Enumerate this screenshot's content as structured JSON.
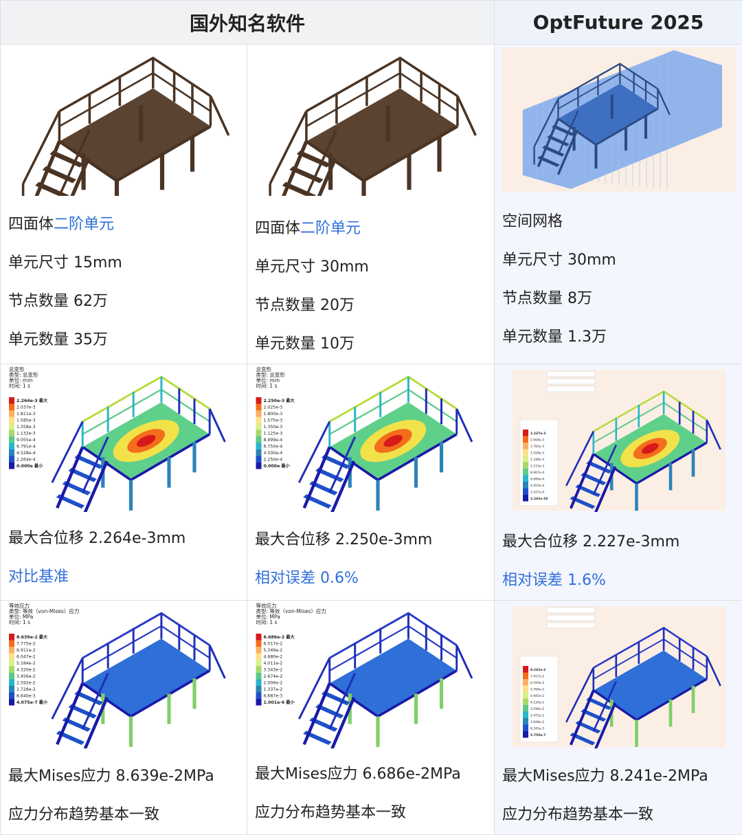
{
  "header": {
    "col1": "国外知名软件",
    "col2": "OptFuture 2025"
  },
  "mesh": {
    "a": {
      "type_prefix": "四面体",
      "type_highlight": "二阶单元",
      "size": "单元尺寸  15mm",
      "nodes": "节点数量  62万",
      "elements": "单元数量  35万"
    },
    "b": {
      "type_prefix": "四面体",
      "type_highlight": "二阶单元",
      "size": "单元尺寸  30mm",
      "nodes": "节点数量  20万",
      "elements": "单元数量  10万"
    },
    "c": {
      "type": "空间网格",
      "size": "单元尺寸  30mm",
      "nodes": "节点数量  8万",
      "elements": "单元数量  1.3万"
    }
  },
  "displacement": {
    "a": {
      "max": "最大合位移 2.264e-3mm",
      "note": "对比基准",
      "legend": {
        "title": "总变形",
        "type": "类型: 总变形",
        "unit": "单位: mm",
        "time": "时间: 1 s",
        "values": [
          "2.264e-3 最大",
          "2.037e-3",
          "1.811e-3",
          "1.585e-3",
          "1.358e-3",
          "1.132e-3",
          "9.055e-4",
          "6.791e-4",
          "4.528e-4",
          "2.264e-4",
          "0.000e 最小"
        ]
      }
    },
    "b": {
      "max": "最大合位移 2.250e-3mm",
      "note": "相对误差 0.6%",
      "legend": {
        "title": "总变形",
        "type": "类型: 总变形",
        "unit": "单位: mm",
        "time": "时间: 1 s",
        "values": [
          "2.250e-3 最大",
          "2.025e-3",
          "1.800e-3",
          "1.575e-3",
          "1.350e-3",
          "1.125e-3",
          "8.999e-4",
          "6.750e-4",
          "4.500e-4",
          "2.250e-4",
          "0.000e 最小"
        ]
      }
    },
    "c": {
      "max": "最大合位移 2.227e-3mm",
      "note": "相对误差 1.6%",
      "legend": {
        "values": [
          "2.227e-3",
          "2.004e-3",
          "1.781e-3",
          "1.559e-3",
          "1.336e-3",
          "1.113e-3",
          "8.907e-4",
          "6.680e-4",
          "4.453e-4",
          "2.227e-4",
          "2.241e-10"
        ]
      }
    }
  },
  "stress": {
    "a": {
      "max": "最大Mises应力 8.639e-2MPa",
      "note": "应力分布趋势基本一致",
      "legend": {
        "title": "等效应力",
        "type": "类型: 等效（von-Mises）应力",
        "unit": "单位: MPa",
        "time": "时间: 1 s",
        "values": [
          "8.639e-2 最大",
          "7.775e-2",
          "6.911e-2",
          "6.047e-2",
          "5.184e-2",
          "4.320e-2",
          "3.456e-2",
          "2.592e-2",
          "1.728e-2",
          "8.640e-3",
          "4.075e-7 最小"
        ]
      }
    },
    "b": {
      "max": "最大Mises应力 6.686e-2MPa",
      "note": "应力分布趋势基本一致",
      "legend": {
        "title": "等效应力",
        "type": "类型: 等效（von-Mises）应力",
        "unit": "单位: MPa",
        "time": "时间: 1 s",
        "values": [
          "6.686e-2 最大",
          "6.017e-2",
          "5.349e-2",
          "4.680e-2",
          "4.011e-2",
          "3.343e-2",
          "2.674e-2",
          "2.006e-2",
          "1.337e-2",
          "6.687e-3",
          "1.001e-6 最小"
        ]
      }
    },
    "c": {
      "max": "最大Mises应力 8.241e-2MPa",
      "note": "应力分布趋势基本一致",
      "legend": {
        "values": [
          "8.241e-2",
          "7.417e-2",
          "6.593e-2",
          "5.769e-2",
          "4.945e-2",
          "4.120e-2",
          "3.296e-2",
          "2.472e-2",
          "1.648e-2",
          "8.241e-3",
          "5.755e-7"
        ]
      }
    }
  },
  "colors": {
    "accent_blue": "#2f6fdb",
    "rust": "#4a3424",
    "fea_scale": [
      "#d7191c",
      "#f46d1c",
      "#fdae61",
      "#fee08b",
      "#d9ef8b",
      "#a6d96a",
      "#5cc98a",
      "#29b6c9",
      "#2b83ba",
      "#1e50c8",
      "#1a1aa8"
    ]
  }
}
